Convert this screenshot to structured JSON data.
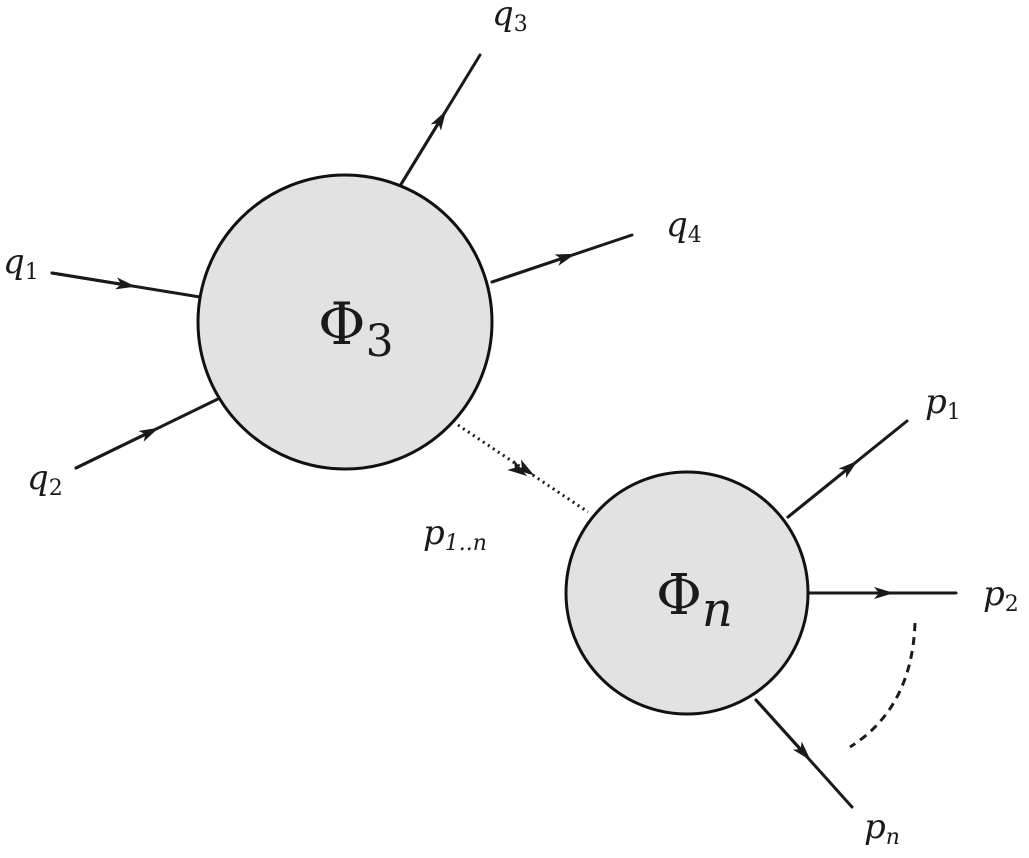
{
  "blobs": {
    "phi3": {
      "symbol": "Φ",
      "sub": "3"
    },
    "phin": {
      "symbol": "Φ",
      "sub": "n"
    }
  },
  "labels": {
    "q1": {
      "base": "q",
      "sub": "1"
    },
    "q2": {
      "base": "q",
      "sub": "2"
    },
    "q3": {
      "base": "q",
      "sub": "3"
    },
    "q4": {
      "base": "q",
      "sub": "4"
    },
    "p1": {
      "base": "p",
      "sub": "1"
    },
    "p2": {
      "base": "p",
      "sub": "2"
    },
    "pn": {
      "base": "p",
      "sub": "n"
    },
    "p1n": {
      "base": "p",
      "sub": "1..n"
    }
  },
  "colors": {
    "blob_fill": "#e2e2e2",
    "stroke": "#1a1a1a"
  }
}
